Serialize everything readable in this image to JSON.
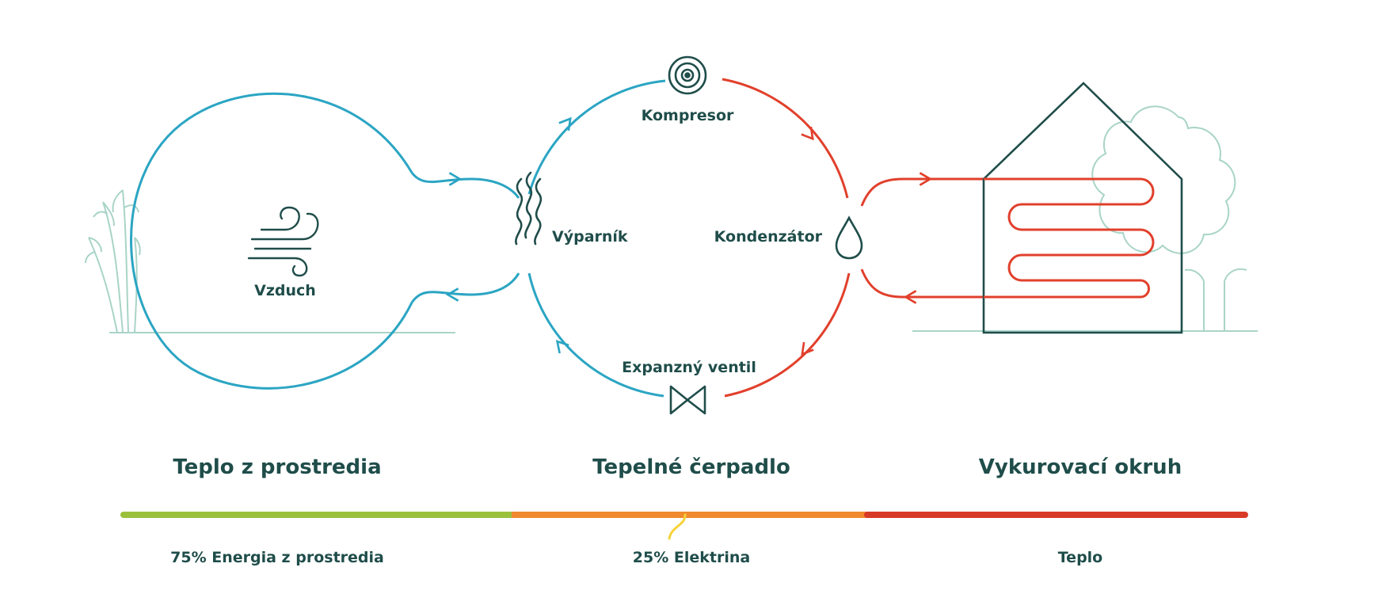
{
  "labels": {
    "compressor": "Kompresor",
    "evaporator": "Výparník",
    "condenser": "Kondenzátor",
    "valve": "Expanzný ventil",
    "air": "Vzduch"
  },
  "sections": {
    "ambient": "Teplo z prostredia",
    "pump": "Tepelné čerpadlo",
    "heating": "Vykurovací okruh"
  },
  "bar": {
    "ambient_label": "75% Energia z prostredia",
    "electric_label": "25% Elektrina",
    "heat_label": "Teplo"
  },
  "colors": {
    "cold": "#2ba5c3",
    "hot": "#e1402c",
    "dark": "#1f4d4a",
    "tree": "#a9d4c8",
    "green": "#9bc13c",
    "orange": "#f08a2e",
    "red": "#d83a28",
    "yellow": "#f6d33a"
  }
}
